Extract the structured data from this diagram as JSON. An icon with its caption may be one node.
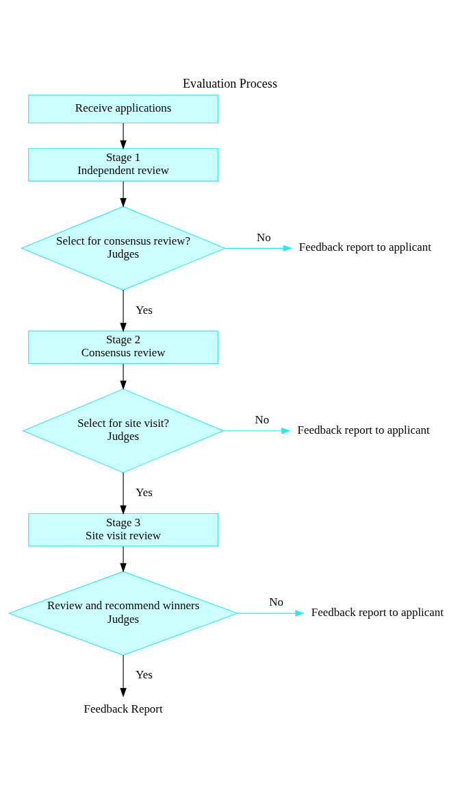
{
  "diagram": {
    "title": "Evaluation Process",
    "nodes": [
      {
        "text": [
          "Receive applications"
        ]
      },
      {
        "text": [
          "Stage 1",
          "Independent review"
        ]
      },
      {
        "text": [
          "Select for consensus review?",
          "Judges"
        ]
      },
      {
        "text": [
          "Feedback report to applicant"
        ]
      },
      {
        "text": [
          "Stage 2",
          "Consensus review"
        ]
      },
      {
        "text": [
          "Select for site visit?",
          "Judges"
        ]
      },
      {
        "text": [
          "Feedback report to applicant"
        ]
      },
      {
        "text": [
          "Stage 3",
          "Site visit review"
        ]
      },
      {
        "text": [
          "Review and recommend winners",
          "Judges"
        ]
      },
      {
        "text": [
          "Feedback report to applicant"
        ]
      },
      {
        "text": [
          "Feedback Report"
        ]
      }
    ],
    "edges": [
      {
        "from": 0,
        "to": 1,
        "arrow": "to"
      },
      {
        "from": 1,
        "to": 2,
        "arrow": "to"
      },
      {
        "from": 2,
        "to": 3,
        "arrow": "to",
        "label": "No",
        "color": "#33e6e6"
      },
      {
        "from": 2,
        "to": 4,
        "arrow": "to",
        "label": "Yes"
      },
      {
        "from": 4,
        "to": 5,
        "arrow": "to"
      },
      {
        "from": 5,
        "to": 6,
        "arrow": "to",
        "label": "No",
        "color": "#33e6e6"
      },
      {
        "from": 5,
        "to": 7,
        "arrow": "to",
        "label": "Yes"
      },
      {
        "from": 7,
        "to": 8,
        "arrow": "to"
      },
      {
        "from": 8,
        "to": 9,
        "arrow": "to",
        "label": "No",
        "color": "#33e6e6"
      },
      {
        "from": 8,
        "to": 10,
        "arrow": "to",
        "label": "Yes"
      }
    ]
  }
}
